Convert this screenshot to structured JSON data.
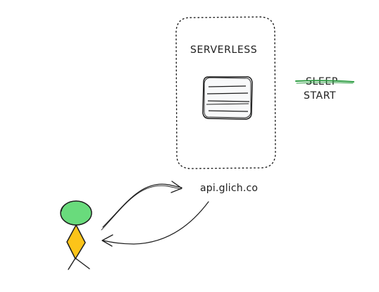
{
  "diagram": {
    "box_label": "SERVERLESS",
    "status_old": "SLEEP",
    "status_new": "START",
    "endpoint": "api.glich.co"
  },
  "colors": {
    "stroke": "#1e1e1e",
    "strike": "#2f9e44",
    "head_fill": "#69db7c",
    "body_fill": "#fcc419",
    "server_fill": "#f8f9fa"
  },
  "icons": {
    "server": "server-stack-icon",
    "user": "stick-figure-icon"
  }
}
